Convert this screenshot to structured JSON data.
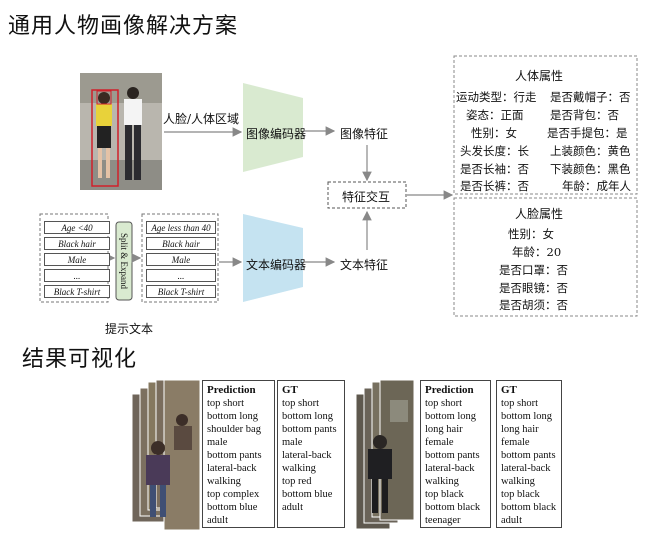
{
  "solution_title": "通用人物画像解决方案",
  "viz_title": "结果可视化",
  "labels": {
    "region": "人脸/人体区域",
    "image_encoder": "图像编码器",
    "image_feature": "图像特征",
    "text_encoder": "文本编码器",
    "text_feature": "文本特征",
    "feature_interaction": "特征交互",
    "prompt_text": "提示文本",
    "split_expand": "Split & Expand"
  },
  "prompts_left": [
    "Age <40",
    "Black hair",
    "Male",
    "...",
    "Black T-shirt"
  ],
  "prompts_right": [
    "Age less than 40",
    "Black hair",
    "Male",
    "...",
    "Black T-shirt"
  ],
  "body_attrs": {
    "title": "人体属性",
    "rows": [
      [
        "运动类型：行走",
        "是否戴帽子：否"
      ],
      [
        "姿态：正面",
        "是否背包：否"
      ],
      [
        "性别：女",
        "是否手提包：是"
      ],
      [
        "头发长度：长",
        "上装颜色：黄色"
      ],
      [
        "是否长袖：否",
        "下装颜色：黑色"
      ],
      [
        "是否长裤：否",
        "年龄：成年人"
      ]
    ]
  },
  "face_attrs": {
    "title": "人脸属性",
    "rows": [
      "性别：女",
      "年龄：20",
      "是否口罩：否",
      "是否眼镜：否",
      "是否胡须：否"
    ]
  },
  "results": [
    {
      "pred_title": "Prediction",
      "pred": [
        "top short",
        "bottom long",
        "shoulder bag",
        "male",
        "bottom pants",
        "lateral-back",
        "walking",
        "top complex",
        "bottom blue",
        "adult"
      ],
      "gt_title": "GT",
      "gt": [
        "top short",
        "bottom long",
        "bottom pants",
        "male",
        "lateral-back",
        "walking",
        "top red",
        "bottom blue",
        "adult"
      ]
    },
    {
      "pred_title": "Prediction",
      "pred": [
        "top short",
        "bottom long",
        "long hair",
        "female",
        "bottom pants",
        "lateral-back",
        "walking",
        "top black",
        "bottom black",
        "teenager"
      ],
      "gt_title": "GT",
      "gt": [
        "top short",
        "bottom long",
        "long hair",
        "female",
        "bottom pants",
        "lateral-back",
        "walking",
        "top black",
        "bottom black",
        "adult"
      ]
    }
  ],
  "colors": {
    "image_encoder_fill": "#d9ead0",
    "text_encoder_fill": "#c5e3f1",
    "split_fill": "#d9ead0",
    "bbox_red": "#d0202a"
  }
}
